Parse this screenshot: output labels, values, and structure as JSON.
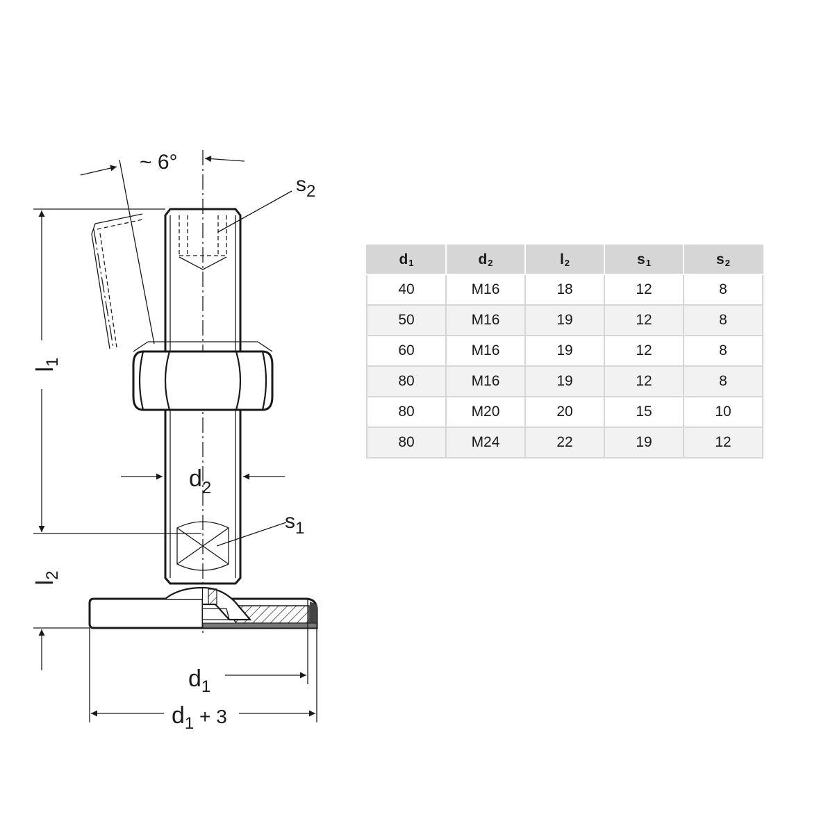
{
  "drawing": {
    "angle_label": "~ 6°",
    "labels": {
      "l1": {
        "main": "l",
        "sub": "1"
      },
      "l2": {
        "main": "l",
        "sub": "2"
      },
      "d2": {
        "main": "d",
        "sub": "2"
      },
      "s1": {
        "main": "s",
        "sub": "1"
      },
      "s2": {
        "main": "s",
        "sub": "2"
      },
      "d1": {
        "main": "d",
        "sub": "1"
      },
      "d1p3": {
        "main": "d",
        "sub": "1",
        "suffix": " + 3"
      }
    }
  },
  "table": {
    "headers": [
      {
        "main": "d",
        "sub": "1"
      },
      {
        "main": "d",
        "sub": "2"
      },
      {
        "main": "l",
        "sub": "2"
      },
      {
        "main": "s",
        "sub": "1"
      },
      {
        "main": "s",
        "sub": "2"
      }
    ],
    "rows": [
      [
        "40",
        "M16",
        "18",
        "12",
        "8"
      ],
      [
        "50",
        "M16",
        "19",
        "12",
        "8"
      ],
      [
        "60",
        "M16",
        "19",
        "12",
        "8"
      ],
      [
        "80",
        "M16",
        "19",
        "12",
        "8"
      ],
      [
        "80",
        "M20",
        "20",
        "15",
        "10"
      ],
      [
        "80",
        "M24",
        "22",
        "19",
        "12"
      ]
    ]
  }
}
